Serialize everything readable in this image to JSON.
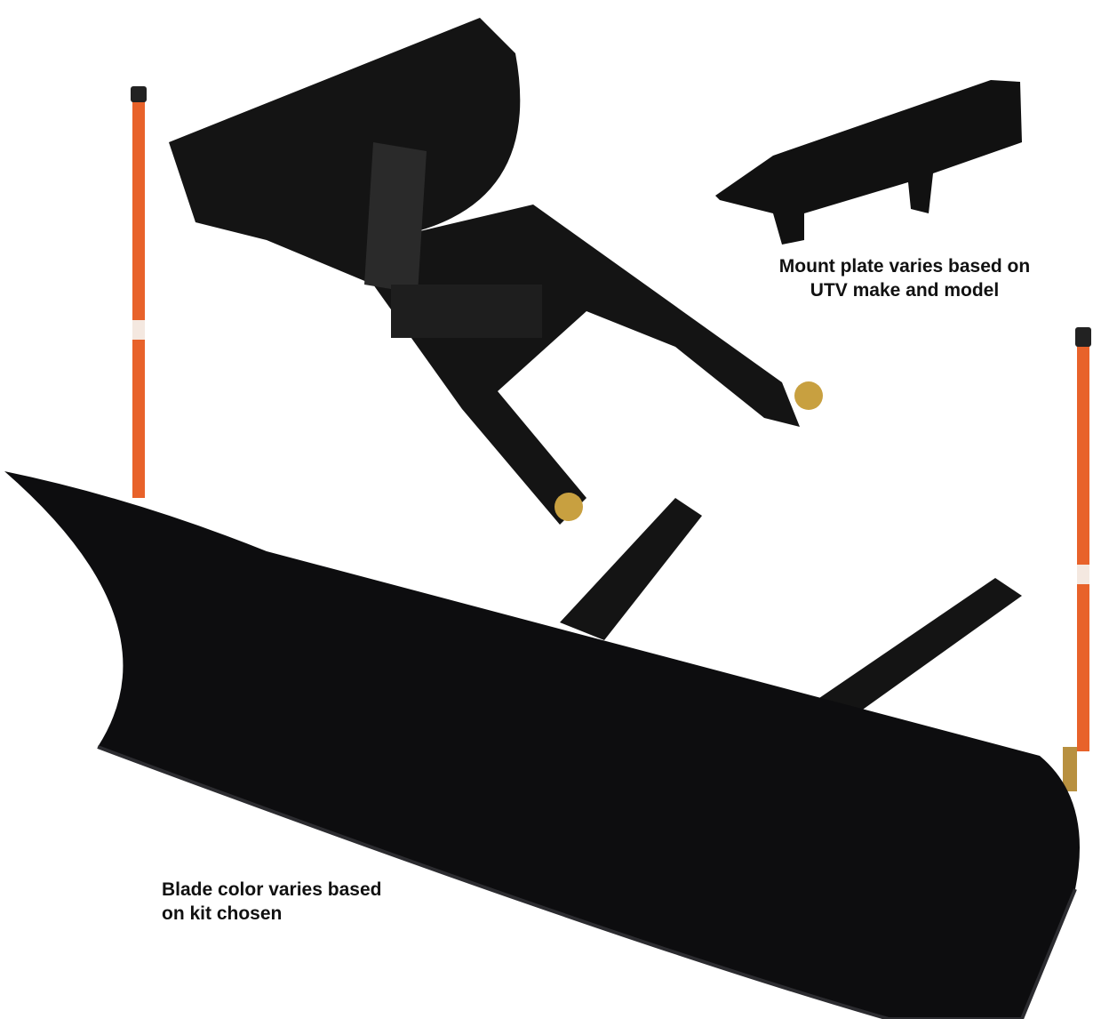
{
  "captions": {
    "mount_plate": [
      "Mount plate varies based on",
      "UTV make and model"
    ],
    "blade": [
      "Blade color varies based",
      "on kit chosen"
    ]
  },
  "colors": {
    "blade": "#0d0d0f",
    "frame": "#111111",
    "marker_pole": "#e8622a",
    "background": "#ffffff"
  }
}
